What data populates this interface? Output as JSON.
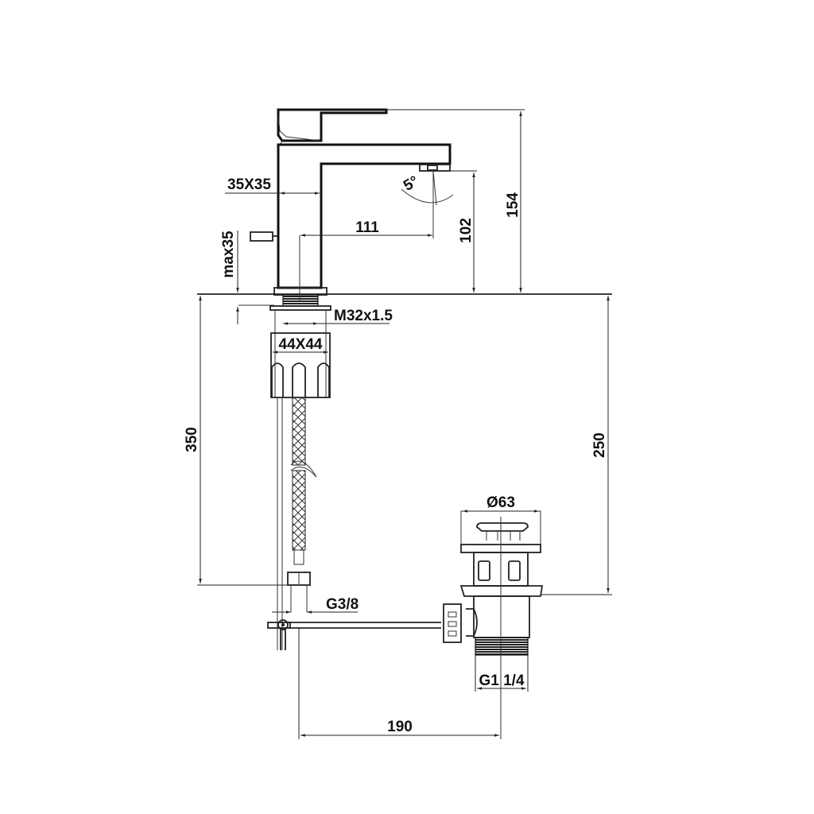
{
  "drawing": {
    "title": "Basin mixer with pop-up waste — dimensional drawing",
    "units": "mm",
    "colors": {
      "line": "#111111",
      "background": "#ffffff"
    }
  },
  "dimensions": {
    "body_section": "35X35",
    "spout_reach": "111",
    "spout_angle": "5°",
    "spout_height": "102",
    "total_height": "154",
    "max_deck_thickness": "max35",
    "mount_thread": "M32x1.5",
    "fixing_nut": "44X44",
    "hose_length": "350",
    "waste_height": "250",
    "waste_diameter": "Ø63",
    "hose_connection": "G3/8",
    "waste_thread": "G1 1/4",
    "rod_distance": "190"
  }
}
